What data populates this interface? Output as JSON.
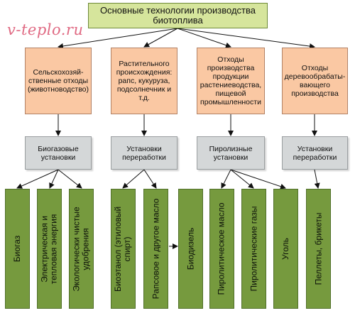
{
  "watermark": "v-teplo.ru",
  "title": "Основные технологии производства биотоплива",
  "sources": [
    "Сельскохозяй-ственные отходы (животноводство)",
    "Растительного происхождения: рапс, кукуруза, подсолнечник и т.д.",
    "Отходы производства продукции растениеводства, пищевой промышленности",
    "Отходы деревообрабаты-вающего производства"
  ],
  "processes": [
    "Биогазовые установки",
    "Установки переработки",
    "Пиролизные установки",
    "Установки переработки"
  ],
  "products": [
    [
      "Биогаз"
    ],
    [
      "Электрическая и",
      "тепловая энергия"
    ],
    [
      "Экологически чистые",
      "удобрения"
    ],
    [
      "Биоэтанол (этиловый",
      "спирт)"
    ],
    [
      "Рапсовое и другое масло"
    ],
    [
      "Биодизель"
    ],
    [
      "Пиролитическое масло"
    ],
    [
      "Пиролитические газы"
    ],
    [
      "Уголь"
    ],
    [
      "Пеллеты, брикеты"
    ]
  ],
  "colors": {
    "title_fill": "#d6e59c",
    "source_fill": "#fac8a3",
    "process_fill": "#d4d7d8",
    "product_fill": "#769a3e",
    "watermark": "#e06a83"
  }
}
